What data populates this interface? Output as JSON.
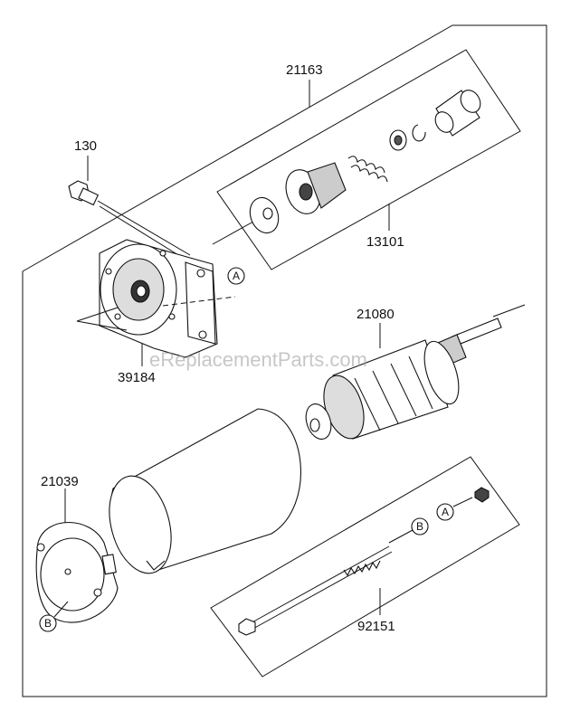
{
  "watermark": "eReplacementParts.com",
  "parts": {
    "assembly_starter": "21163",
    "bolt": "130",
    "pinion_kit": "13101",
    "bracket": "39184",
    "armature": "21080",
    "end_cover": "21039",
    "through_bolt": "92151"
  },
  "refs": {
    "a_bracket": "A",
    "a_nut": "A",
    "b_bolt": "B",
    "b_cover": "B"
  }
}
